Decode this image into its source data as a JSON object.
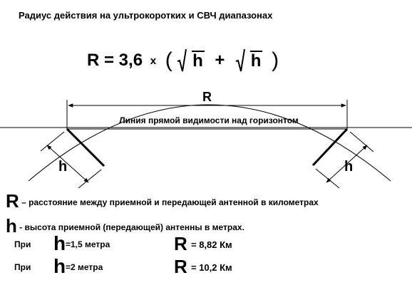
{
  "title": "Радиус действия на ультрокоротких и СВЧ диапазонах",
  "formula": {
    "lhs": "R = 3,6",
    "times": "x",
    "open_paren": "(",
    "term1": "h",
    "plus": "+",
    "term2": "h",
    "close_paren": ")"
  },
  "diagram": {
    "distance_label": "R",
    "line_of_sight_label": "Линия прямой видимости над горизонтом",
    "left_height_label": "h",
    "right_height_label": "h"
  },
  "legend": [
    {
      "symbol": "R",
      "text": " – расстояние между приемной и передающей антенной  в километрах"
    },
    {
      "symbol": "h",
      "text": " - высота приемной (передающей) антенны в метрах."
    }
  ],
  "examples": [
    {
      "prefix": "При",
      "h_symbol": "h",
      "h_value": "=1,5 метра",
      "r_symbol": "R",
      "r_value": "= 8,82 Км"
    },
    {
      "prefix": "При",
      "h_symbol": "h",
      "h_value": "=2 метра",
      "r_symbol": "R",
      "r_value": "= 10,2 Км"
    }
  ]
}
